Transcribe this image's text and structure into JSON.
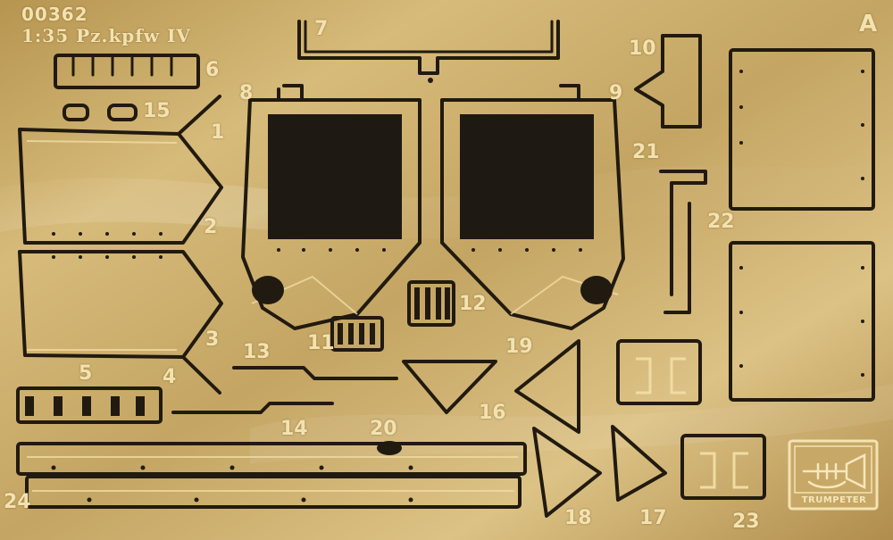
{
  "sheet": {
    "product_code": "00362",
    "scale_title": "1:35  Pz.kpfw IV",
    "fret_letter": "A",
    "brand": "TRUMPETER",
    "colors": {
      "brass": "#c9ad6c",
      "brass_light": "#efd9a0",
      "etch_dark": "#201a10",
      "label": "#f3e2b0"
    }
  },
  "part_labels": {
    "p1": "1",
    "p2": "2",
    "p3": "3",
    "p4": "4",
    "p5": "5",
    "p6": "6",
    "p7": "7",
    "p8": "8",
    "p9": "9",
    "p10": "10",
    "p11": "11",
    "p12": "12",
    "p13": "13",
    "p14": "14",
    "p15": "15",
    "p16": "16",
    "p17": "17",
    "p18": "18",
    "p19": "19",
    "p20": "20",
    "p21": "21",
    "p22": "22",
    "p23": "23",
    "p24": "24"
  },
  "icons": {
    "logo": "trumpet-icon"
  }
}
